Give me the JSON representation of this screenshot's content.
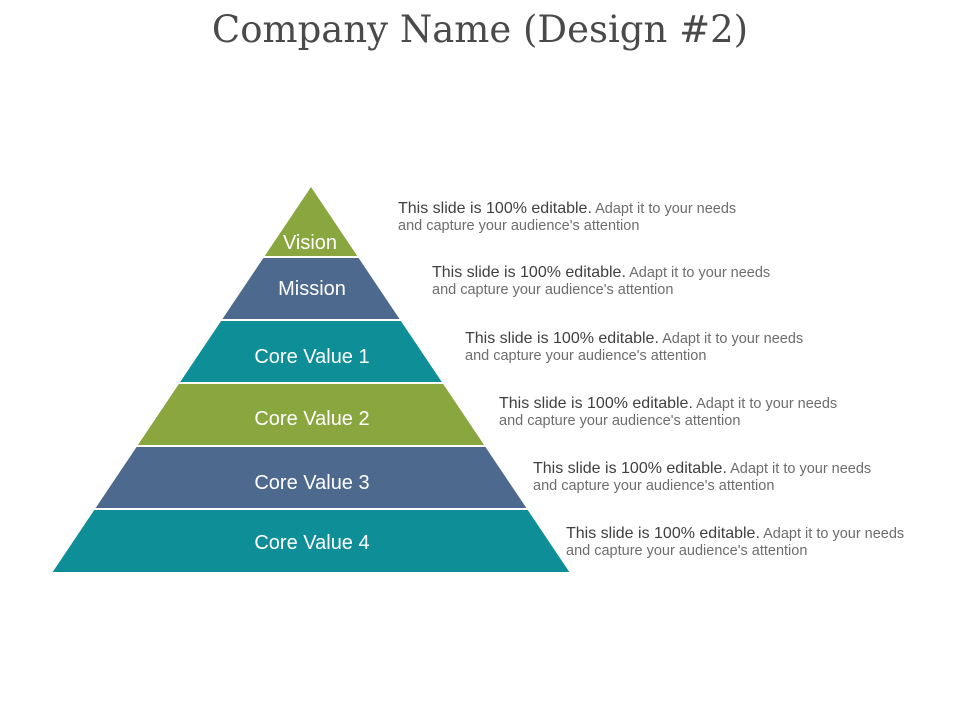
{
  "slide": {
    "title": "Company Name (Design #2)"
  },
  "colors": {
    "green": "#8aa63f",
    "slate": "#4d6a8e",
    "teal": "#0e8f98",
    "background": "#ffffff"
  },
  "tiers": [
    {
      "label": "Vision",
      "color": "#8aa63f",
      "lead": "This slide is 100% editable.",
      "rest": " Adapt it to your needs",
      "line2": "and capture your audience's attention"
    },
    {
      "label": "Mission",
      "color": "#4d6a8e",
      "lead": "This slide is 100% editable.",
      "rest": " Adapt it to your needs",
      "line2": "and capture your audience's attention"
    },
    {
      "label": "Core Value 1",
      "color": "#0e8f98",
      "lead": "This slide is 100% editable.",
      "rest": " Adapt it to your needs",
      "line2": "and capture your audience's attention"
    },
    {
      "label": "Core Value 2",
      "color": "#8aa63f",
      "lead": "This slide is 100% editable.",
      "rest": " Adapt it to your needs",
      "line2": "and capture your audience's attention"
    },
    {
      "label": "Core Value 3",
      "color": "#4d6a8e",
      "lead": "This slide is 100% editable.",
      "rest": " Adapt it to your needs",
      "line2": "and capture your audience's attention"
    },
    {
      "label": "Core Value 4",
      "color": "#0e8f98",
      "lead": "This slide is 100% editable.",
      "rest": " Adapt it to your needs",
      "line2": "and capture your audience's attention"
    }
  ]
}
